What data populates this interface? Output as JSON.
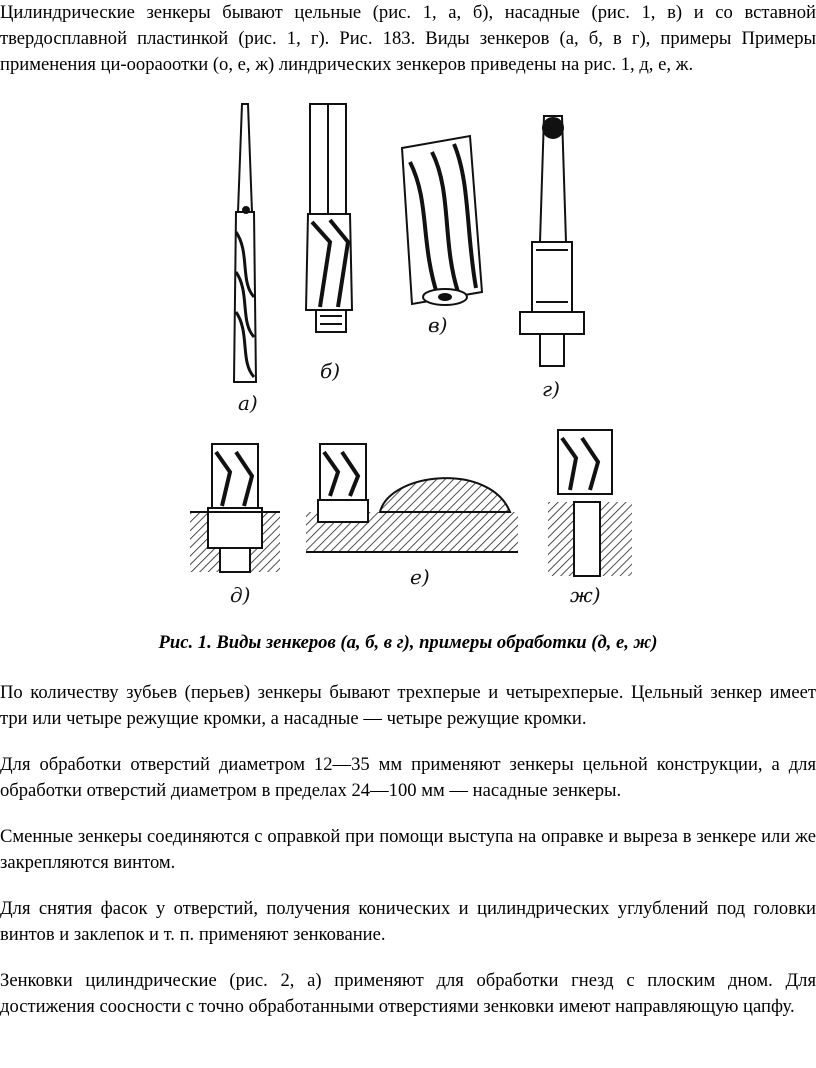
{
  "intro": {
    "lines": [
      "Цилиндрические зенкеры бывают цельные (рис. 1, а, б), насадные (рис. 1, в) и со вставной",
      "твердосплавной пластинкой (рис. 1, г). Рис. 183. Виды зенкеров (а, б, в г), примеры Примеры",
      "применения ци-оораоотки (о, е, ж) линдрических зенкеров приведены на рис. 1, д, е, ж."
    ]
  },
  "figure": {
    "labels": {
      "a": "а)",
      "b": "б)",
      "v": "в)",
      "g": "г)",
      "d": "д)",
      "e": "е)",
      "zh": "ж)"
    }
  },
  "caption": "Рис. 1. Виды зенкеров (а, б, в г), примеры обработки (д, е, ж)",
  "paragraphs": [
    "По количеству зубьев (перьев) зенкеры бывают трехперые и четырехперые. Цельный зенкер имеет три или четыре режущие кромки, а насадные — четыре режущие кромки.",
    "Для обработки отверстий диаметром 12—35 мм применяют зенкеры цельной конструкции, а для обработки отверстий диаметром в пределах 24—100 мм — насадные зенкеры.",
    "Сменные зенкеры соединяются с оправкой при помощи выступа на оправке и выреза в зенкере или же закрепляются винтом.",
    "Для снятия фасок у отверстий, получения конических и цилиндрических углублений под головки винтов и заклепок и т. п. применяют зенкование.",
    "Зенковки цилиндрические (рис. 2, а) применяют для обработки гнезд с плоским дном. Для достижения соосности с точно обработанными отверстиями зенковки имеют направляющую цапфу."
  ]
}
